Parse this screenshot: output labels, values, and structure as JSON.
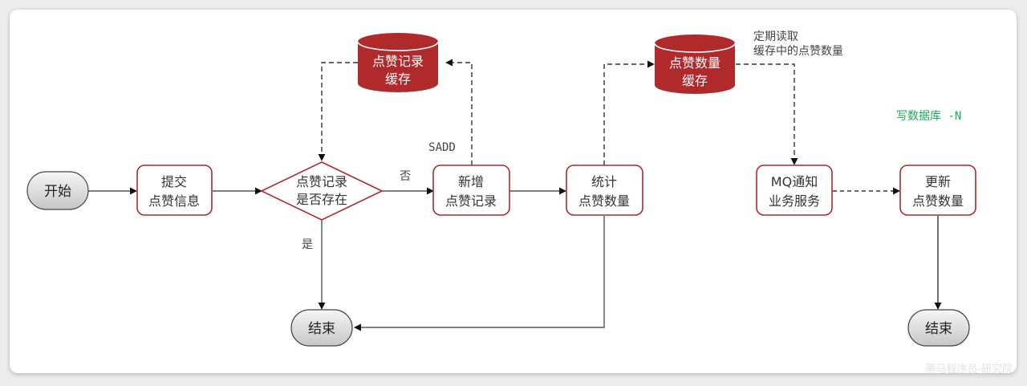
{
  "diagram": {
    "title": "点赞流程",
    "nodes": {
      "start": {
        "label": "开始"
      },
      "submit": {
        "lines": [
          "提交",
          "点赞信息"
        ]
      },
      "decision": {
        "lines": [
          "点赞记录",
          "是否存在"
        ]
      },
      "add_record": {
        "lines": [
          "新增",
          "点赞记录"
        ]
      },
      "count": {
        "lines": [
          "统计",
          "点赞数量"
        ]
      },
      "mq_notify": {
        "lines": [
          "MQ通知",
          "业务服务"
        ]
      },
      "update_count": {
        "lines": [
          "更新",
          "点赞数量"
        ]
      },
      "end_left": {
        "label": "结束"
      },
      "end_right": {
        "label": "结束"
      },
      "record_cache": {
        "lines": [
          "点赞记录",
          "缓存"
        ]
      },
      "count_cache": {
        "lines": [
          "点赞数量",
          "缓存"
        ]
      }
    },
    "edge_labels": {
      "no": "否",
      "yes": "是",
      "sadd": "SADD"
    },
    "notes": {
      "periodic_read": [
        "定期读取",
        "缓存中的点赞数量"
      ],
      "write_db": "写数据库 -N"
    },
    "watermark": "黑马程序员-研究院",
    "colors": {
      "node_border": "#b0292b",
      "db_fill": "#b0292b",
      "note_green": "#1aab55",
      "terminal_fill_top": "#f4f4f4",
      "terminal_fill_bottom": "#c8c8c8",
      "edge": "#333333"
    }
  }
}
